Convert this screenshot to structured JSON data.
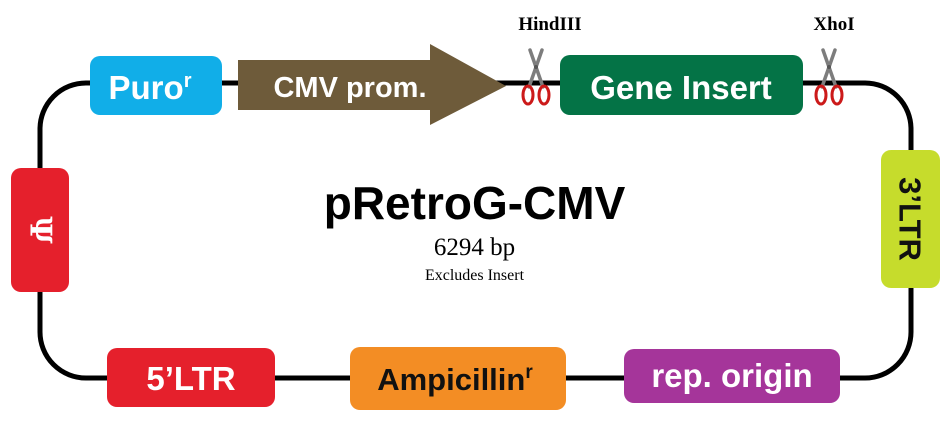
{
  "title": "pRetroG-CMV",
  "size": "6294 bp",
  "note": "Excludes Insert",
  "features": {
    "puro": {
      "label": "Puro",
      "sup": "r",
      "color": "#11aee8"
    },
    "cmv": {
      "label": "CMV prom.",
      "color": "#6e5b3a"
    },
    "gene": {
      "label": "Gene Insert",
      "color": "#047346"
    },
    "ltr3": {
      "label": "3’LTR",
      "color": "#c6dc2c"
    },
    "rep": {
      "label": "rep. origin",
      "color": "#a5359a"
    },
    "amp": {
      "label": "Ampicillin",
      "sup": "r",
      "color": "#f38d24"
    },
    "ltr5": {
      "label": "5’LTR",
      "color": "#e5202c"
    },
    "psi": {
      "label": "Ψ",
      "color": "#e5202c"
    }
  },
  "sites": [
    {
      "name": "HindIII",
      "icon": "scissors-icon"
    },
    {
      "name": "XhoI",
      "icon": "scissors-icon"
    }
  ]
}
